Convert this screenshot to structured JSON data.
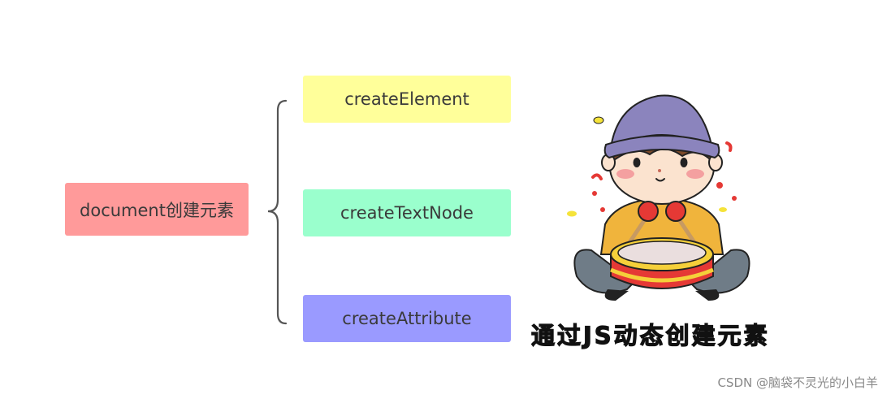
{
  "diagram": {
    "root": {
      "label": "document创建元素",
      "color": "#ff9a9a"
    },
    "children": [
      {
        "label": "createElement",
        "color": "#ffff9a"
      },
      {
        "label": "createTextNode",
        "color": "#9affcd"
      },
      {
        "label": "createAttribute",
        "color": "#9a9aff"
      }
    ],
    "connector_color": "#555555"
  },
  "illustration": {
    "icon": "boy-drumming-icon",
    "caption": "通过JS动态创建元素"
  },
  "watermark": "CSDN @脑袋不灵光的小白羊"
}
